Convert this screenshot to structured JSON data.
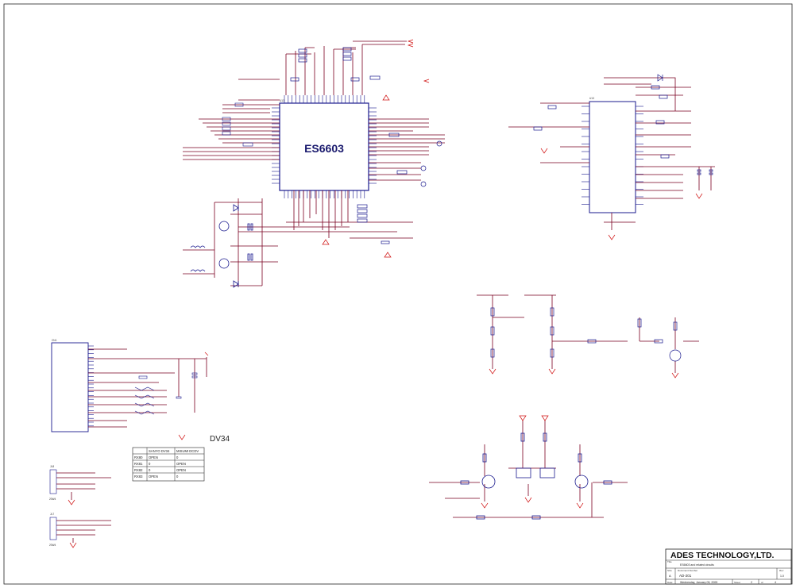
{
  "main_ic": {
    "label": "ES6603",
    "ref": "U13"
  },
  "secondary_ic": {
    "ref": "U13"
  },
  "connector": {
    "ref": "CN1"
  },
  "connector_label": "DV34",
  "selection_table": {
    "headers": [
      "",
      "SANYO DV34",
      "MISUMI DCDV"
    ],
    "rows": [
      [
        "RX80",
        "OPEN",
        "0"
      ],
      [
        "RX81",
        "0",
        "OPEN"
      ],
      [
        "RX82",
        "0",
        "OPEN"
      ],
      [
        "RX83",
        "OPEN",
        "0"
      ]
    ]
  },
  "jumpers": [
    {
      "ref": "JL8",
      "value": "20W4"
    },
    {
      "ref": "JL7",
      "value": "20W4"
    }
  ],
  "title_block": {
    "company": "ADES TECHNOLOGY,LTD.",
    "title_field": "Title",
    "title": "ES6603 and related circuits",
    "size_label": "Size",
    "size": "A",
    "docnum_label": "Document Number",
    "docnum": "AD-201",
    "rev_label": "Rev",
    "rev": "1.0",
    "date_label": "Date:",
    "date": "Wednesday, January 05, 2005",
    "sheet_label": "Sheet",
    "sheet": "2",
    "of_label": "of",
    "of": "4"
  },
  "colors": {
    "wire": "#7a0020",
    "net_label": "#d01010",
    "component": "#1a1a8e"
  }
}
